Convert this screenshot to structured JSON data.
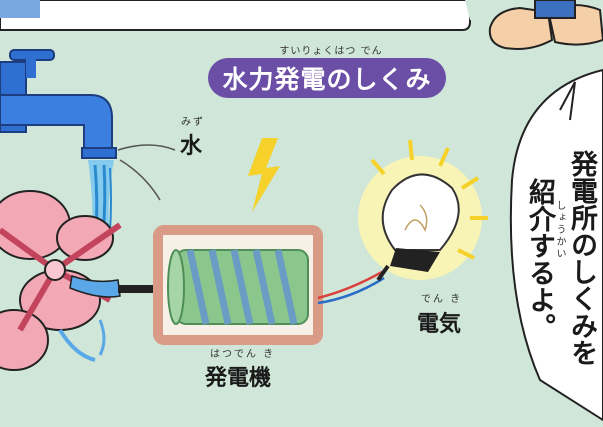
{
  "diagram": {
    "title": "水力発電のしくみ",
    "title_ruby": "すいりょくはつ でん",
    "labels": {
      "water": "水",
      "water_ruby": "みず",
      "generator": "発電機",
      "generator_ruby": "はつでん き",
      "electricity": "電気",
      "electricity_ruby": "でん き"
    },
    "speech_bubble": {
      "col1": "発電所のしくみを",
      "col2": "紹介するよ。",
      "ruby": "しょうかい"
    },
    "colors": {
      "background": "#cfe6d8",
      "title_pill": "#6b4fa6",
      "water": "#3a9ed8",
      "wheel": "#f2a9b5",
      "generator_frame": "#d99a86",
      "generator_coil": "#8bc78c",
      "lightning": "#f5d12a",
      "bulb_glow": "#fff6b0"
    },
    "icons": [
      "faucet-icon",
      "water-wheel-icon",
      "generator-icon",
      "lightning-icon",
      "light-bulb-icon",
      "hand-icon"
    ]
  }
}
